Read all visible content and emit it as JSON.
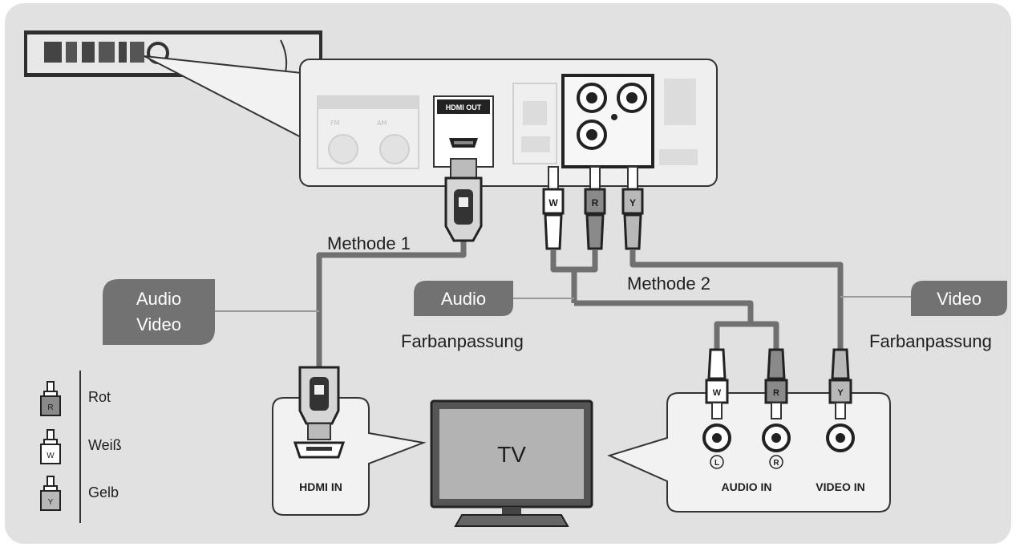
{
  "method1": "Methode 1",
  "method2": "Methode 2",
  "badges": {
    "audio_video_line1": "Audio",
    "audio_video_line2": "Video",
    "audio": "Audio",
    "video": "Video"
  },
  "color_match_left": "Farbanpassung",
  "color_match_right": "Farbanpassung",
  "tv_label": "TV",
  "hdmi_in": "HDMI IN",
  "audio_in": "AUDIO IN",
  "video_in": "VIDEO IN",
  "hdmi_out": "HDMI OUT",
  "channel_left": "L",
  "channel_right": "R",
  "plug_letters": {
    "white": "W",
    "red": "R",
    "yellow": "Y"
  },
  "legend": [
    {
      "letter": "R",
      "label": "Rot"
    },
    {
      "letter": "W",
      "label": "Weiß"
    },
    {
      "letter": "Y",
      "label": "Gelb"
    }
  ],
  "colors": {
    "background": "#e1e1e1",
    "panel": "#efefef",
    "badge": "#727272",
    "cable": "#707070",
    "text": "#1e1e1e"
  }
}
